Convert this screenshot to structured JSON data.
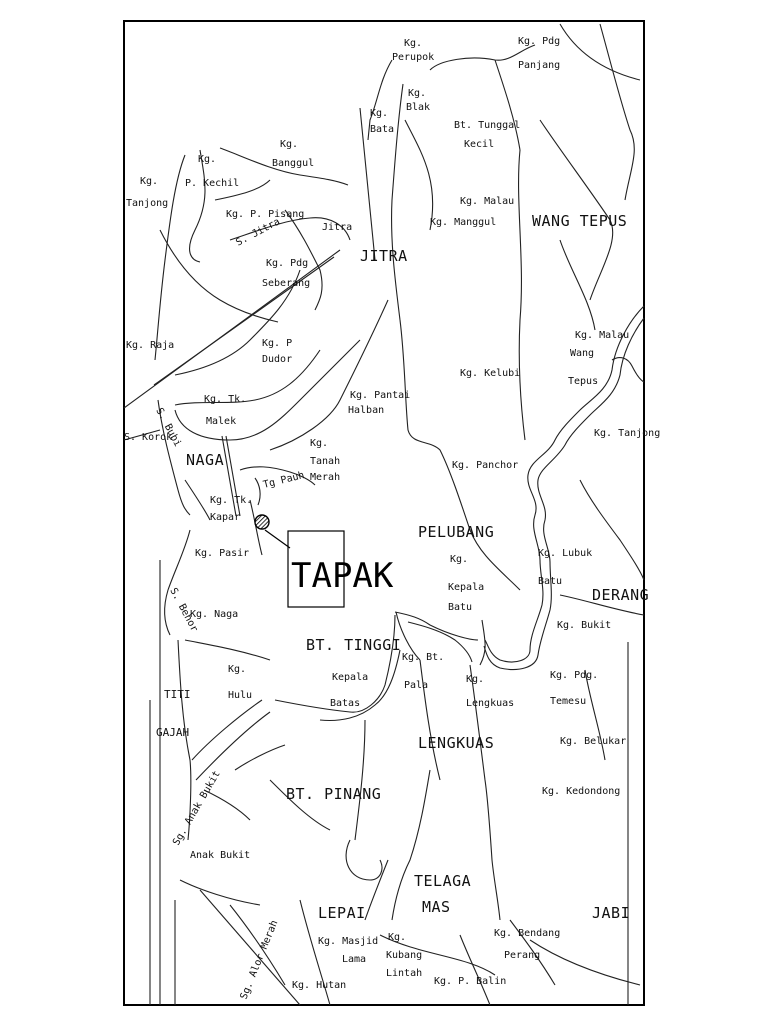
{
  "site": {
    "title": "TAPAK",
    "marker": "hatched-circle-icon"
  },
  "areas": [
    {
      "id": "jitra",
      "text": "JITRA"
    },
    {
      "id": "wang-tepus",
      "text": "WANG TEPUS"
    },
    {
      "id": "naga",
      "text": "NAGA"
    },
    {
      "id": "pelubang",
      "text": "PELUBANG"
    },
    {
      "id": "derang",
      "text": "DERANG"
    },
    {
      "id": "bt-tinggi",
      "text": "BT. TINGGI"
    },
    {
      "id": "lengkuas",
      "text": "LENGKUAS"
    },
    {
      "id": "bt-pinang",
      "text": "BT. PINANG"
    },
    {
      "id": "titi",
      "text": "TITI"
    },
    {
      "id": "gajah",
      "text": "GAJAH"
    },
    {
      "id": "telaga",
      "text": "TELAGA"
    },
    {
      "id": "mas",
      "text": "MAS"
    },
    {
      "id": "lepai",
      "text": "LEPAI"
    },
    {
      "id": "jabi",
      "text": "JABI"
    }
  ],
  "places": [
    {
      "id": "kg-perupok-1",
      "text": "Kg."
    },
    {
      "id": "kg-perupok-2",
      "text": "Perupok"
    },
    {
      "id": "kg-pdg-panjang-1",
      "text": "Kg. Pdg"
    },
    {
      "id": "kg-pdg-panjang-2",
      "text": "Panjang"
    },
    {
      "id": "kg-blak-1",
      "text": "Kg."
    },
    {
      "id": "kg-blak-2",
      "text": "Blak"
    },
    {
      "id": "kg-bata-1",
      "text": "Kg."
    },
    {
      "id": "kg-bata-2",
      "text": "Bata"
    },
    {
      "id": "bt-tunggal-kecil-1",
      "text": "Bt. Tunggal"
    },
    {
      "id": "bt-tunggal-kecil-2",
      "text": "Kecil"
    },
    {
      "id": "kg-banggul-1",
      "text": "Kg."
    },
    {
      "id": "kg-banggul-2",
      "text": "Banggul"
    },
    {
      "id": "kg-p-kechil-1",
      "text": "Kg."
    },
    {
      "id": "kg-p-kechil-2",
      "text": "P. Kechil"
    },
    {
      "id": "kg-tanjong-1",
      "text": "Kg."
    },
    {
      "id": "kg-tanjong-2",
      "text": "Tanjong"
    },
    {
      "id": "kg-malau-1",
      "text": "Kg. Malau"
    },
    {
      "id": "kg-manggul",
      "text": "Kg. Manggul"
    },
    {
      "id": "kg-p-pisang",
      "text": "Kg. P. Pisang"
    },
    {
      "id": "jitra-small",
      "text": "Jitra"
    },
    {
      "id": "kg-pdg-seberang-1",
      "text": "Kg. Pdg"
    },
    {
      "id": "kg-pdg-seberang-2",
      "text": "Seberang"
    },
    {
      "id": "kg-raja",
      "text": "Kg. Raja"
    },
    {
      "id": "kg-p-dudor-1",
      "text": "Kg. P"
    },
    {
      "id": "kg-p-dudor-2",
      "text": "Dudor"
    },
    {
      "id": "kg-malau-2-1",
      "text": "Kg. Malau"
    },
    {
      "id": "kg-malau-2-2",
      "text": "Wang"
    },
    {
      "id": "kg-malau-2-3",
      "text": "Tepus"
    },
    {
      "id": "kg-kelubi",
      "text": "Kg. Kelubi"
    },
    {
      "id": "kg-tk-malek-1",
      "text": "Kg. Tk."
    },
    {
      "id": "kg-tk-malek-2",
      "text": "Malek"
    },
    {
      "id": "kg-pantai-halban-1",
      "text": "Kg. Pantai"
    },
    {
      "id": "kg-pantai-halban-2",
      "text": "Halban"
    },
    {
      "id": "s-korok",
      "text": "S. Korok"
    },
    {
      "id": "kg-tanjong-2b",
      "text": "Kg. Tanjong"
    },
    {
      "id": "kg-tanah-merah-1",
      "text": "Kg."
    },
    {
      "id": "kg-tanah-merah-2",
      "text": "Tanah"
    },
    {
      "id": "kg-tanah-merah-3",
      "text": "Merah"
    },
    {
      "id": "kg-panchor",
      "text": "Kg. Panchor"
    },
    {
      "id": "kg-tk-kapar-1",
      "text": "Kg. Tk."
    },
    {
      "id": "kg-tk-kapar-2",
      "text": "Kapar"
    },
    {
      "id": "kg-pasir",
      "text": "Kg. Pasir"
    },
    {
      "id": "kg-kepala-batu-1",
      "text": "Kg."
    },
    {
      "id": "kg-kepala-batu-2",
      "text": "Kepala"
    },
    {
      "id": "kg-kepala-batu-3",
      "text": "Batu"
    },
    {
      "id": "kg-lubuk-batu-1",
      "text": "Kg. Lubuk"
    },
    {
      "id": "kg-lubuk-batu-2",
      "text": "Batu"
    },
    {
      "id": "kg-naga",
      "text": "Kg. Naga"
    },
    {
      "id": "kg-bukit",
      "text": "Kg. Bukit"
    },
    {
      "id": "kg-bt-pala-1",
      "text": "Kg. Bt."
    },
    {
      "id": "kg-bt-pala-2",
      "text": "Pala"
    },
    {
      "id": "kg-hulu-1",
      "text": "Kg."
    },
    {
      "id": "kg-hulu-2",
      "text": "Hulu"
    },
    {
      "id": "kepala-batas-1",
      "text": "Kepala"
    },
    {
      "id": "kepala-batas-2",
      "text": "Batas"
    },
    {
      "id": "kg-lengkuas-1",
      "text": "Kg."
    },
    {
      "id": "kg-lengkuas-2",
      "text": "Lengkuas"
    },
    {
      "id": "kg-pdg-temesu-1",
      "text": "Kg. Pdg."
    },
    {
      "id": "kg-pdg-temesu-2",
      "text": "Temesu"
    },
    {
      "id": "kg-belukar",
      "text": "Kg. Belukar"
    },
    {
      "id": "kg-kedondong",
      "text": "Kg. Kedondong"
    },
    {
      "id": "anak-bukit",
      "text": "Anak Bukit"
    },
    {
      "id": "kg-masjid-lama-1",
      "text": "Kg. Masjid"
    },
    {
      "id": "kg-masjid-lama-2",
      "text": "Lama"
    },
    {
      "id": "kg-kubang-lintah-1",
      "text": "Kg."
    },
    {
      "id": "kg-kubang-lintah-2",
      "text": "Kubang"
    },
    {
      "id": "kg-kubang-lintah-3",
      "text": "Lintah"
    },
    {
      "id": "kg-bendang-perang-1",
      "text": "Kg. Bendang"
    },
    {
      "id": "kg-bendang-perang-2",
      "text": "Perang"
    },
    {
      "id": "kg-hutan",
      "text": "Kg. Hutan"
    },
    {
      "id": "kg-p-balin",
      "text": "Kg. P. Balin"
    }
  ],
  "rivers": [
    {
      "id": "s-jitra",
      "text": "S. Jitra"
    },
    {
      "id": "s-bubi",
      "text": "S. Bubi"
    },
    {
      "id": "tg-pauh",
      "text": "Tg Pauh"
    },
    {
      "id": "s-behor",
      "text": "S. Behor"
    },
    {
      "id": "sg-anak-bukit",
      "text": "Sg. Anak Bukit"
    },
    {
      "id": "sg-alor-merah",
      "text": "Sg. Alor Merah"
    }
  ]
}
